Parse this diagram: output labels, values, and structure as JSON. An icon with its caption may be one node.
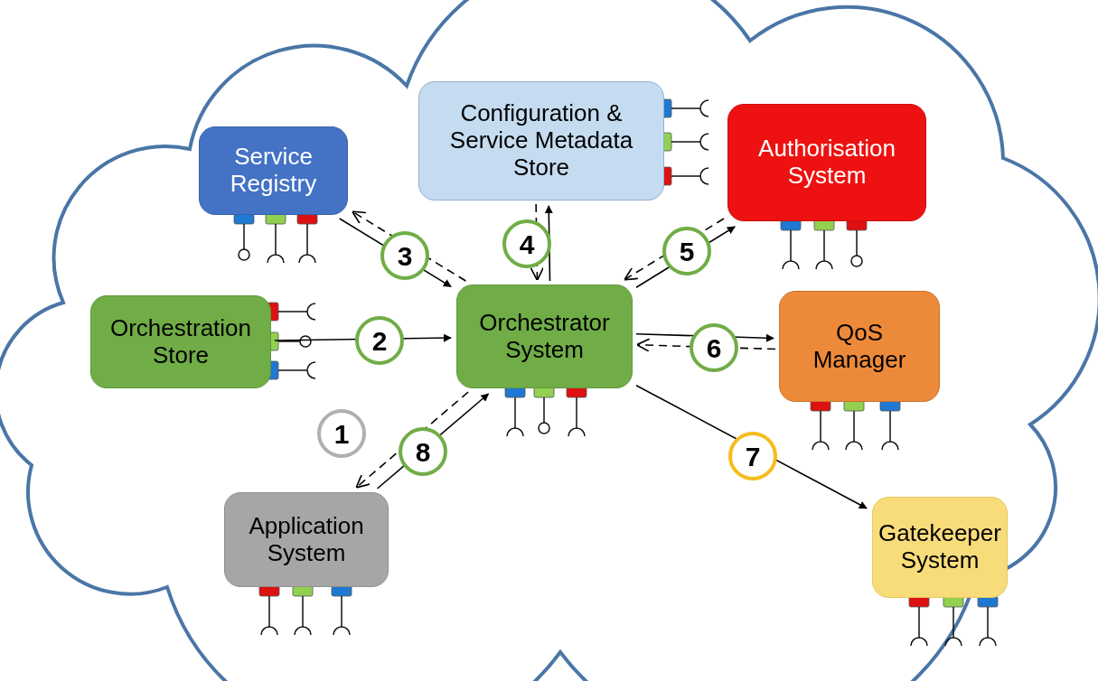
{
  "diagram": {
    "nodes": [
      {
        "text": [
          "Service Registry"
        ]
      },
      {
        "text": [
          "Configuration & Service Metadata Store"
        ]
      },
      {
        "text": [
          "Authorisation System"
        ]
      },
      {
        "text": [
          "Orchestration Store"
        ]
      },
      {
        "text": [
          "Orchestrator System"
        ]
      },
      {
        "text": [
          "QoS Manager"
        ]
      },
      {
        "text": [
          "Application System"
        ]
      },
      {
        "text": [
          "Gatekeeper System"
        ]
      }
    ],
    "edges": [
      {
        "from": 6,
        "to": 4,
        "arrow": "to",
        "label": "1"
      },
      {
        "from": 3,
        "to": 4,
        "arrow": "to",
        "label": "2"
      },
      {
        "from": 0,
        "to": 4,
        "arrow": "to",
        "label": "3"
      },
      {
        "from": 4,
        "to": 0,
        "arrow": "to",
        "style": "dashed"
      },
      {
        "from": 4,
        "to": 1,
        "arrow": "to",
        "label": "4"
      },
      {
        "from": 1,
        "to": 4,
        "arrow": "to",
        "style": "dashed"
      },
      {
        "from": 4,
        "to": 2,
        "arrow": "to",
        "label": "5"
      },
      {
        "from": 2,
        "to": 4,
        "arrow": "to",
        "style": "dashed"
      },
      {
        "from": 4,
        "to": 5,
        "arrow": "to",
        "label": "6"
      },
      {
        "from": 5,
        "to": 4,
        "arrow": "to",
        "style": "dashed"
      },
      {
        "from": 4,
        "to": 7,
        "arrow": "to",
        "label": "7"
      },
      {
        "from": 4,
        "to": 6,
        "arrow": "to",
        "style": "dashed",
        "label": "8"
      }
    ]
  }
}
